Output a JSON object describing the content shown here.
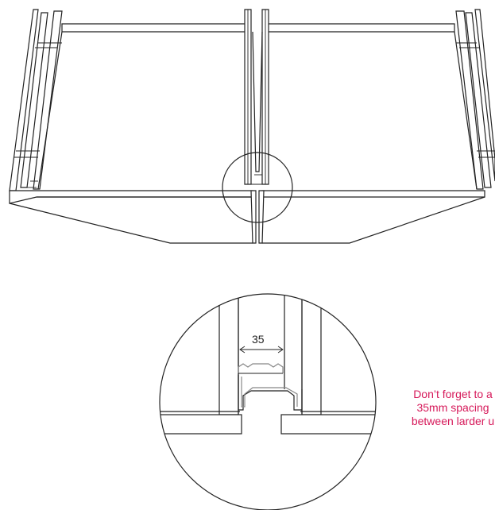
{
  "annotation": {
    "color": "#d6195a",
    "lines": [
      "Don’t forget to a",
      "35mm spacing",
      "between larder u"
    ]
  },
  "detail": {
    "dimension_label": "35"
  }
}
